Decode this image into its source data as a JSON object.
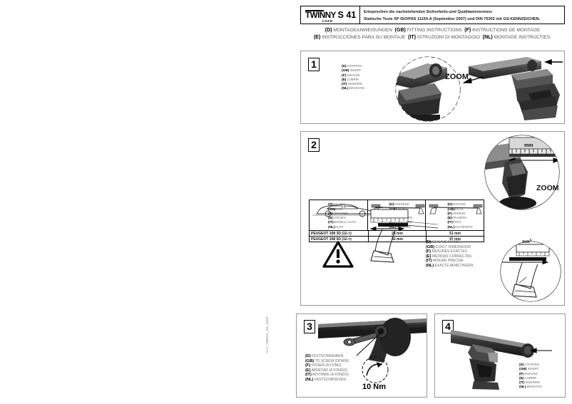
{
  "document": {
    "vertical_code": "KIT_788821_05_1609"
  },
  "header": {
    "brand": "TWINNY",
    "brand_sub": "LOAD",
    "model": "S 41",
    "norms_line1": "Entsprechen die nachstehenden Sicherheits-und Qualitaetsnormen:",
    "norms_line2": "Statische Teste XP ISO/PAS 11154-A (September 2007) und DIN 75302 mit GS-KENNZEICHEN."
  },
  "languages_bar": {
    "row1": [
      {
        "code": "(D)",
        "text": "MONTAGEANWEISUNGEN"
      },
      {
        "code": "(GB)",
        "text": "FITTING INSTRUCTIONS"
      },
      {
        "code": "(F)",
        "text": "INSTRUCTIONS DE MONTAGE"
      }
    ],
    "row2": [
      {
        "code": "(E)",
        "text": "INSTRUCCIONES PARA SU MONTAJE"
      },
      {
        "code": "(IT)",
        "text": "ISTRUZIONI DI MONTAGGIO"
      },
      {
        "code": "(NL)",
        "text": "MONTAGE INSTRUCTIES."
      }
    ]
  },
  "steps": [
    {
      "number": "1",
      "zoom_label": "ZOOM",
      "instructions": [
        {
          "code": "(D)",
          "text": "STOPFEN"
        },
        {
          "code": "(GB)",
          "text": "INSERT"
        },
        {
          "code": "(F)",
          "text": "ENFILER"
        },
        {
          "code": "(E)",
          "text": "CUBRIR"
        },
        {
          "code": "(IT)",
          "text": "INSERIRE"
        },
        {
          "code": "(NL)",
          "text": "BEVESTIG"
        }
      ]
    },
    {
      "number": "2",
      "zoom_label": "ZOOM",
      "mm_label": "mm",
      "dimensions_note": [
        {
          "code": "(D)",
          "text": "GENAUE MASSE"
        },
        {
          "code": "(GB)",
          "text": "EXACT DIMENSIONS"
        },
        {
          "code": "(F)",
          "text": "MESURES EXACTES"
        },
        {
          "code": "(E)",
          "text": "MEDIDAS CORRECTAS"
        },
        {
          "code": "(IT)",
          "text": "MISURE PRECISE"
        },
        {
          "code": "(NL)",
          "text": "EXACTE AFMETINGEN"
        }
      ],
      "table": {
        "columns": [
          {
            "key": "car",
            "labels": [
              {
                "code": "(D)",
                "text": "WAGEN"
              },
              {
                "code": "(GB)",
                "text": "CARS"
              },
              {
                "code": "(F)",
                "text": "VOITURES"
              },
              {
                "code": "(E)",
                "text": "COCHES"
              },
              {
                "code": "(IT)",
                "text": "MODELLI AUTO"
              },
              {
                "code": "(NL)",
                "text": "AUTO"
              }
            ]
          },
          {
            "key": "front",
            "labels": [
              {
                "code": "(D)",
                "text": "VORDERE"
              },
              {
                "code": "(GB)",
                "text": "FRONT"
              },
              {
                "code": "(F)",
                "text": "AVANT"
              },
              {
                "code": "(E)",
                "text": "DELANTERO"
              },
              {
                "code": "(IT)",
                "text": "ANTERIORE"
              },
              {
                "code": "(NL)",
                "text": "VOORSTE"
              }
            ]
          },
          {
            "key": "rear",
            "labels": [
              {
                "code": "(D)",
                "text": "HINTERE"
              },
              {
                "code": "(GB)",
                "text": "REAR"
              },
              {
                "code": "(F)",
                "text": "ARRIERE"
              },
              {
                "code": "(E)",
                "text": "TRASERO"
              },
              {
                "code": "(IT)",
                "text": "POST."
              },
              {
                "code": "(NL)",
                "text": "ACHTERSTE"
              }
            ]
          }
        ],
        "rows": [
          {
            "vehicle": "PEUGEOT 208 3D (12->)",
            "front": "28 mm",
            "rear": "51 mm"
          },
          {
            "vehicle": "PEUGEOT 208 5D (12->)",
            "front": "32 mm",
            "rear": "47 mm"
          }
        ]
      }
    },
    {
      "number": "3",
      "torque": "10 Nm",
      "instructions": [
        {
          "code": "(D)",
          "text": "FESTSCHRAUBEN"
        },
        {
          "code": "(GB)",
          "text": "TO SCREW (DOWN)"
        },
        {
          "code": "(F)",
          "text": "VISSER (À FOND)"
        },
        {
          "code": "(E)",
          "text": "APRETAR (A FONDO)"
        },
        {
          "code": "(IT)",
          "text": "AVVITARE (A FONDO)"
        },
        {
          "code": "(NL)",
          "text": "VASTSCHROEVEN"
        }
      ]
    },
    {
      "number": "4",
      "instructions": [
        {
          "code": "(D)",
          "text": "STOPFEN"
        },
        {
          "code": "(GB)",
          "text": "INSERT"
        },
        {
          "code": "(F)",
          "text": "ENFILER"
        },
        {
          "code": "(E)",
          "text": "CUBRIR"
        },
        {
          "code": "(IT)",
          "text": "INSERIRE"
        },
        {
          "code": "(NL)",
          "text": "BEVESTIG"
        }
      ]
    }
  ]
}
